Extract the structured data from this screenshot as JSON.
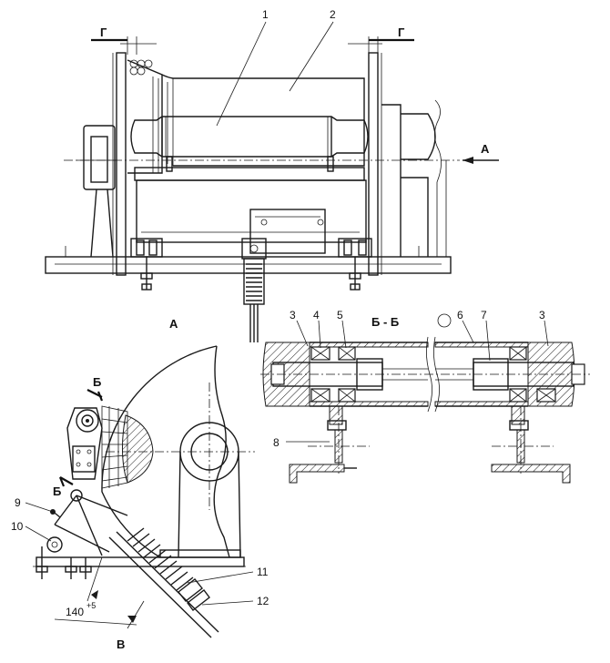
{
  "top_view": {
    "callouts": {
      "c1": "1",
      "c2": "2"
    },
    "section_left": "Г",
    "section_right": "Г",
    "view_arrow": "А"
  },
  "view_a": {
    "title": "А",
    "section_mark_1": "Б",
    "section_mark_2": "Б",
    "callouts": {
      "c9": "9",
      "c10": "10",
      "c11": "11",
      "c12": "12"
    },
    "dimension_value": "140",
    "dimension_tolerance": "+5",
    "view_label_b": "В"
  },
  "section_bb": {
    "title": "Б - Б",
    "callouts": {
      "c3a": "3",
      "c4": "4",
      "c5": "5",
      "c6": "6",
      "c7": "7",
      "c3b": "3",
      "c8": "8"
    }
  }
}
